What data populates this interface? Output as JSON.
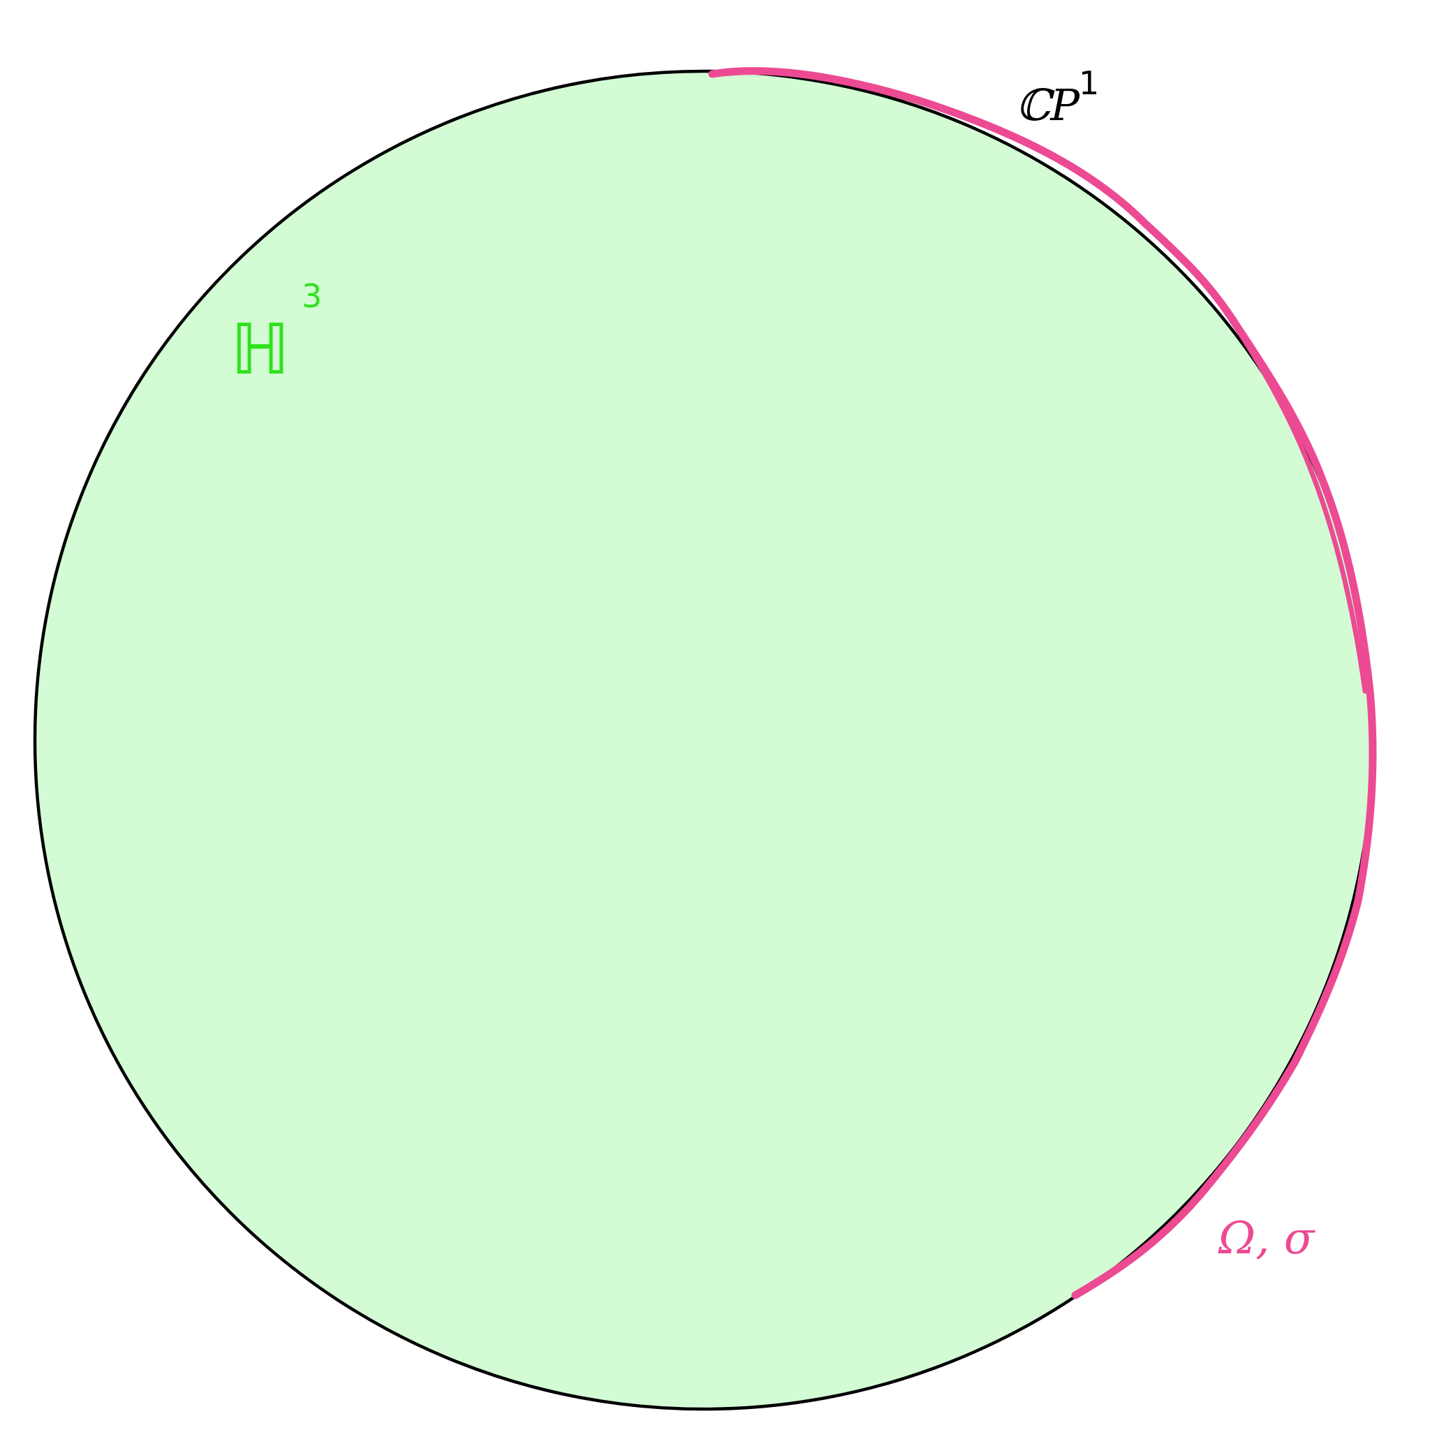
{
  "colors": {
    "background": "#ffffff",
    "disk_fill": "#d3fcd5",
    "disk_outline": "#000000",
    "boundary_arc": "#ec4a93",
    "h3_label": "#2ee21b",
    "cp1_label": "#000000",
    "omega_label": "#ec4a93"
  },
  "labels": {
    "boundary_space": {
      "base": "ℂP",
      "superscript": "1"
    },
    "hyperbolic_space": {
      "base": "ℍ",
      "superscript": "3"
    },
    "domain": "Ω, σ"
  }
}
